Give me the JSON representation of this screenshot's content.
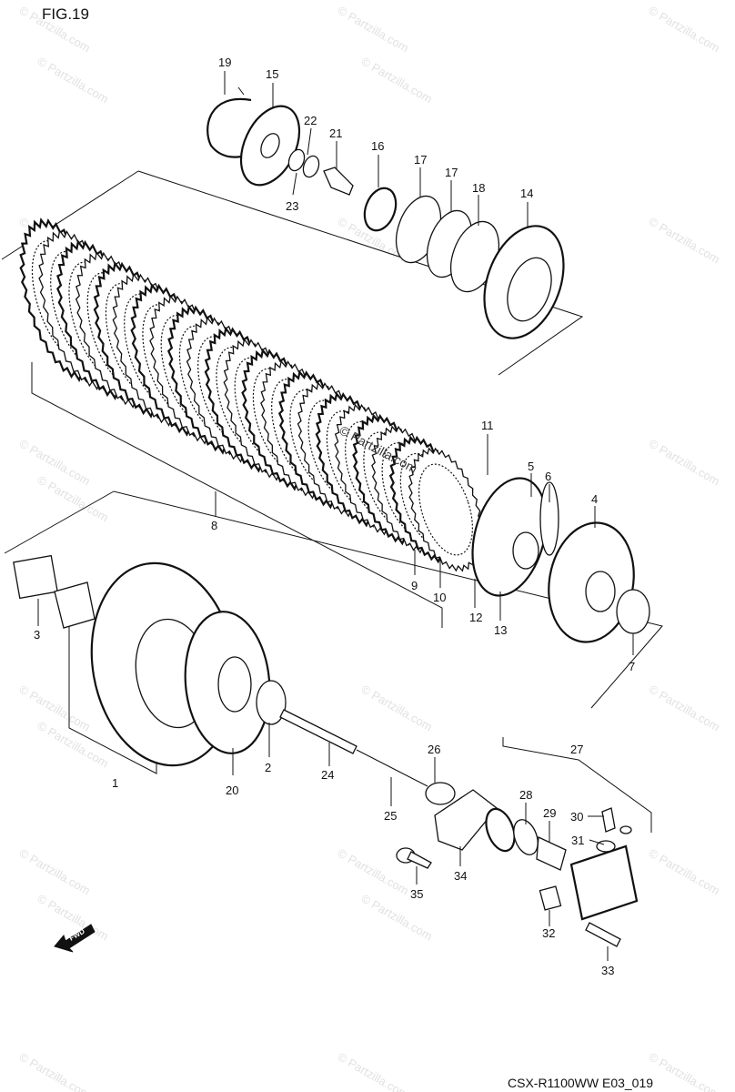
{
  "figure_title": "FIG.19",
  "footer_code": "CSX-R1100WW E03_019",
  "watermark_text": "© Partzilla.com",
  "center_watermark_text": "© Partzilla.com",
  "forward_arrow_label": "FWD",
  "callouts": [
    "1",
    "2",
    "3",
    "4",
    "5",
    "6",
    "7",
    "8",
    "9",
    "10",
    "11",
    "12",
    "13",
    "14",
    "15",
    "16",
    "17",
    "17",
    "18",
    "19",
    "20",
    "21",
    "22",
    "23",
    "24",
    "25",
    "26",
    "27",
    "28",
    "29",
    "30",
    "31",
    "32",
    "33",
    "34",
    "35"
  ],
  "colors": {
    "ink": "#111111",
    "watermark": "#e2e2e2",
    "background": "#ffffff"
  }
}
